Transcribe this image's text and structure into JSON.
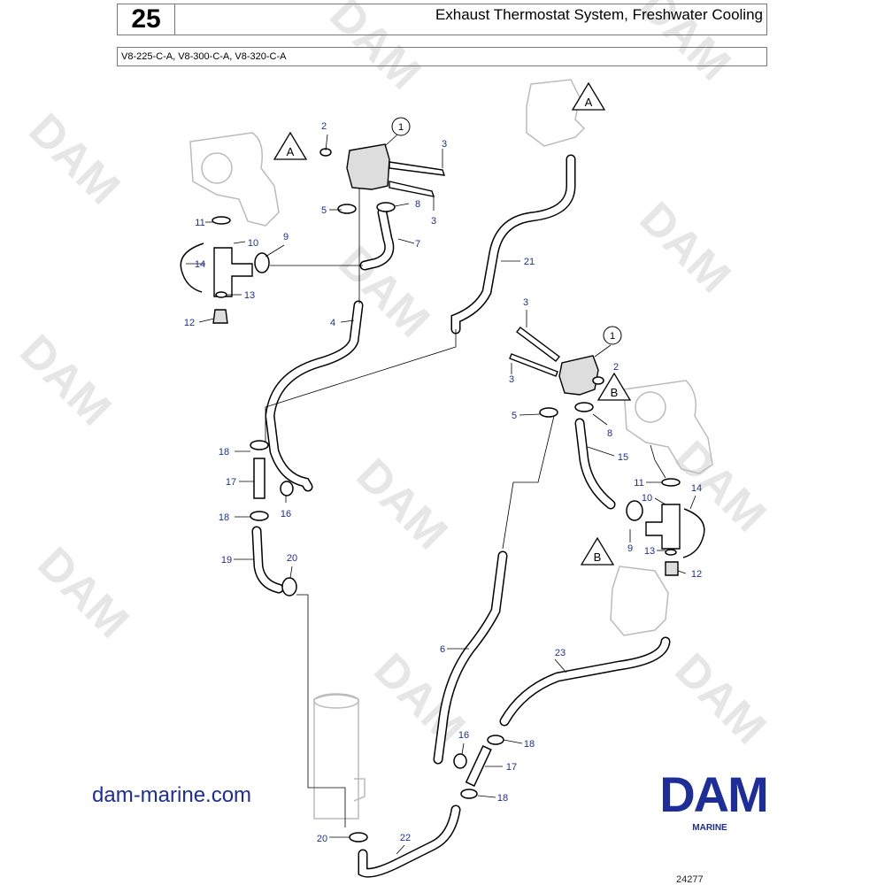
{
  "header": {
    "section_number": "25",
    "title": "Exhaust Thermostat System, Freshwater Cooling",
    "models": "V8-225-C-A, V8-300-C-A, V8-320-C-A"
  },
  "watermark": "DAM",
  "callouts": {
    "ref_a": "A",
    "ref_b": "B",
    "part_1": "1",
    "part_2": "2",
    "part_3": "3",
    "part_4": "4",
    "part_5": "5",
    "part_6": "6",
    "part_7": "7",
    "part_8": "8",
    "part_9": "9",
    "part_10": "10",
    "part_11": "11",
    "part_12": "12",
    "part_13": "13",
    "part_14": "14",
    "part_15": "15",
    "part_16": "16",
    "part_17": "17",
    "part_18": "18",
    "part_19": "19",
    "part_20": "20",
    "part_21": "21",
    "part_22": "22",
    "part_23": "23"
  },
  "website": "dam-marine.com",
  "logo": {
    "brand": "DAM",
    "tagline": "MARINE"
  },
  "drawing_number": "24277",
  "colors": {
    "label_blue": "#1d2d9a",
    "line_black": "#000000",
    "ghost_grey": "#bbbbbb",
    "watermark_grey": "#e6e6e6"
  }
}
